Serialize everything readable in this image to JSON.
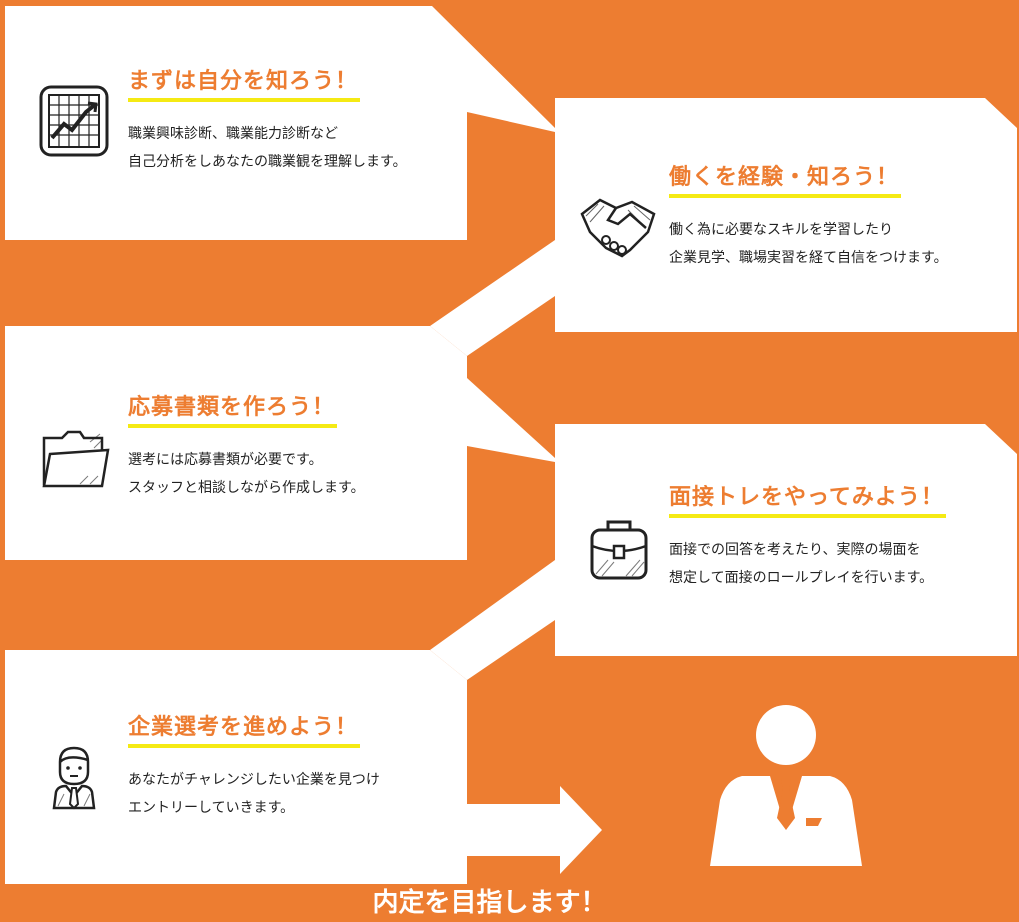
{
  "steps": [
    {
      "title": "まずは自分を知ろう！",
      "lines": [
        "職業興味診断、職業能力診断など",
        "自己分析をしあなたの職業観を理解します。"
      ],
      "icon": "chart-icon"
    },
    {
      "title": "働くを経験・知ろう！",
      "lines": [
        "働く為に必要なスキルを学習したり",
        "企業見学、職場実習を経て自信をつけます。"
      ],
      "icon": "handshake-icon"
    },
    {
      "title": "応募書類を作ろう！",
      "lines": [
        "選考には応募書類が必要です。",
        "スタッフと相談しながら作成します。"
      ],
      "icon": "folder-icon"
    },
    {
      "title": "面接トレをやってみよう！",
      "lines": [
        "面接での回答を考えたり、実際の場面を",
        "想定して面接のロールプレイを行います。"
      ],
      "icon": "briefcase-icon"
    },
    {
      "title": "企業選考を進めよう！",
      "lines": [
        "あなたがチャレンジしたい企業を見つけ",
        "エントリーしていきます。"
      ],
      "icon": "person-icon"
    }
  ],
  "goal": {
    "label": "内定を目指します！",
    "icon": "businessman-icon"
  },
  "colors": {
    "background": "#ed7d31",
    "card": "#ffffff",
    "title": "#ed7d31",
    "underline": "#f5ea14"
  }
}
